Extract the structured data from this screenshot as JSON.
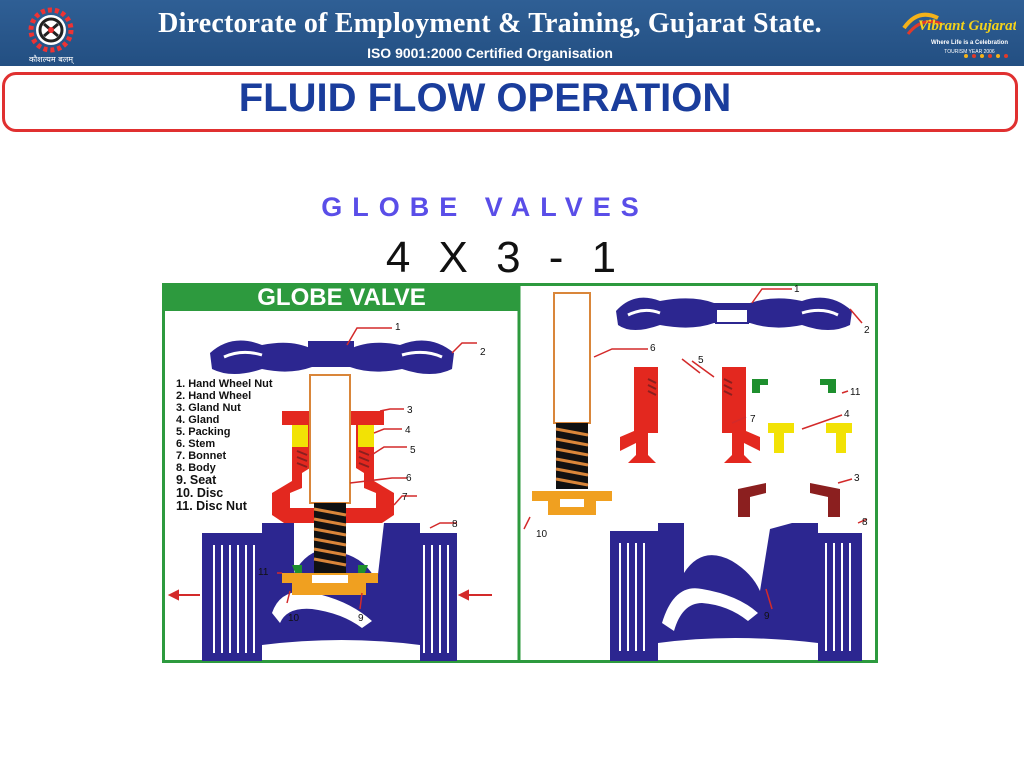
{
  "header": {
    "title": "Directorate of Employment & Training, Gujarat State.",
    "subtitle": "ISO 9001:2000 Certified Organisation",
    "left_logo_caption": "कौशल्यम बलम्",
    "right_logo": {
      "brand": "Vibrant Gujarat",
      "tagline": "Where Life is a Celebration",
      "year": "TOURISM YEAR 2006"
    }
  },
  "slide": {
    "title": "FLUID FLOW OPERATION",
    "subtitle": "GLOBE VALVES",
    "code": "4 X 3 - 1"
  },
  "diagram": {
    "panel_title": "GLOBE VALVE",
    "parts": [
      "1. Hand Wheel Nut",
      "2. Hand Wheel",
      "3. Gland Nut",
      "4. Gland",
      "5. Packing",
      "6. Stem",
      "7. Bonnet",
      "8. Body",
      "9. Seat",
      "10. Disc",
      "11. Disc Nut"
    ],
    "callouts": [
      "1",
      "2",
      "3",
      "4",
      "5",
      "6",
      "7",
      "8",
      "9",
      "10",
      "11"
    ],
    "colors": {
      "border": "#2d9a3e",
      "body": "#2c2690",
      "bonnet": "#e3281f",
      "gland": "#f2e205",
      "stem": "#d9863a",
      "disc": "#f0a020",
      "disc_nut": "#1e8f2e",
      "gland_nut": "#8b1f1f",
      "arrow": "#d32a2a"
    }
  }
}
